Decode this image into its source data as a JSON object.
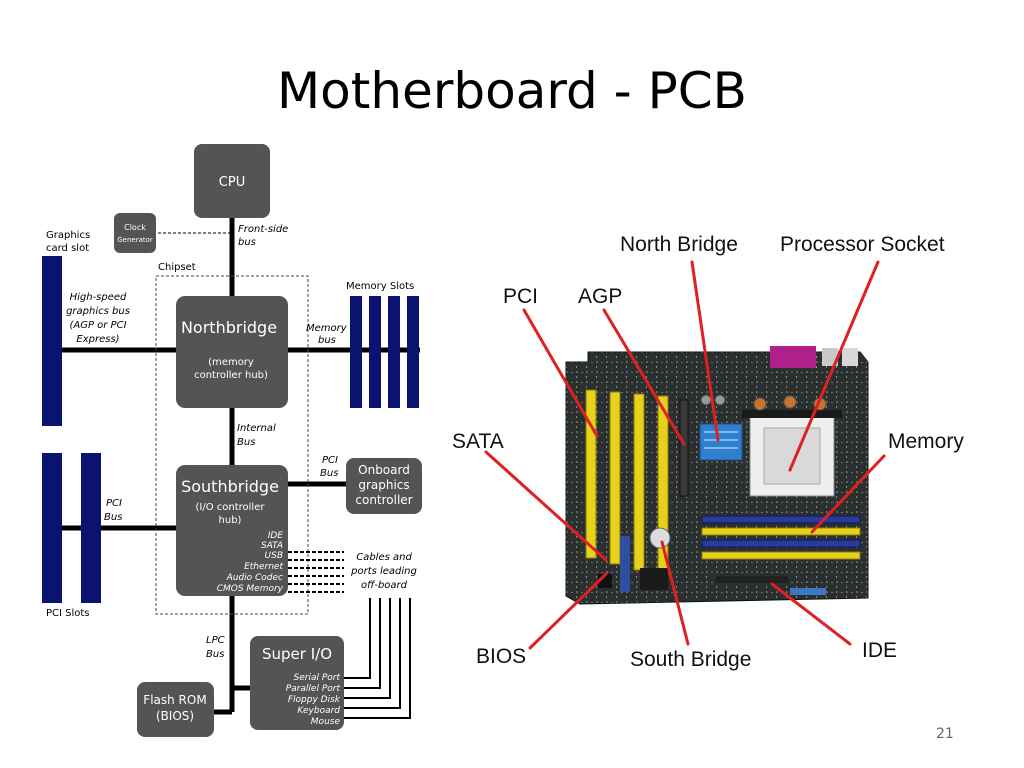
{
  "slide": {
    "title": "Motherboard - PCB",
    "page_number": "21"
  },
  "block_diagram": {
    "cpu": "CPU",
    "clock_generator": [
      "Clock",
      "Generator"
    ],
    "front_side_bus": [
      "Front-side",
      "bus"
    ],
    "graphics_card_slot": [
      "Graphics",
      "card slot"
    ],
    "chipset": "Chipset",
    "high_speed_bus": [
      "High-speed",
      "graphics bus",
      "(AGP or PCI",
      "Express)"
    ],
    "northbridge": "Northbridge",
    "northbridge_sub": [
      "(memory",
      "controller hub)"
    ],
    "memory_slots": "Memory Slots",
    "memory_bus": [
      "Memory",
      "bus"
    ],
    "internal_bus": [
      "Internal",
      "Bus"
    ],
    "pci_bus_right": [
      "PCI",
      "Bus"
    ],
    "onboard_graphics": [
      "Onboard",
      "graphics",
      "controller"
    ],
    "southbridge": "Southbridge",
    "southbridge_sub": [
      "(I/O controller",
      "hub)"
    ],
    "southbridge_ports": [
      "IDE",
      "SATA",
      "USB",
      "Ethernet",
      "Audio Codec",
      "CMOS Memory"
    ],
    "cables": [
      "Cables and",
      "ports leading",
      "off-board"
    ],
    "pci_bus_left": [
      "PCI",
      "Bus"
    ],
    "pci_slots": "PCI Slots",
    "lpc_bus": [
      "LPC",
      "Bus"
    ],
    "super_io": "Super I/O",
    "super_io_ports": [
      "Serial Port",
      "Parallel Port",
      "Floppy Disk",
      "Keyboard",
      "Mouse"
    ],
    "flash_rom": [
      "Flash ROM",
      "(BIOS)"
    ]
  },
  "board_photo": {
    "labels": {
      "north_bridge": "North Bridge",
      "processor_socket": "Processor Socket",
      "pci": "PCI",
      "agp": "AGP",
      "sata": "SATA",
      "memory": "Memory",
      "bios": "BIOS",
      "south_bridge": "South Bridge",
      "ide": "IDE"
    },
    "colors": {
      "pointer": "#e02020",
      "pcb": "#2a2f30",
      "pci_slot": "#e6d21a",
      "memory_slot": "#2a3a9a",
      "agp_slot": "#2f4fa0"
    }
  },
  "colors": {
    "box_fill": "#545454",
    "slot_fill": "#0a1470",
    "line": "#000000"
  }
}
